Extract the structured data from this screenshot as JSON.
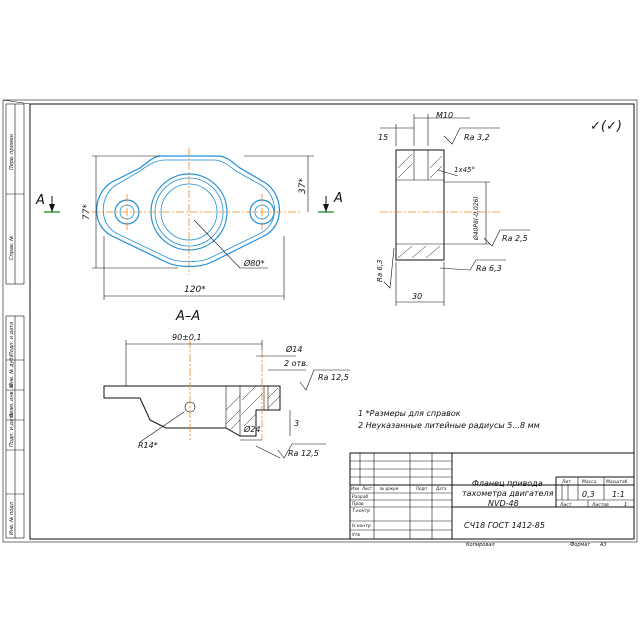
{
  "title_block": {
    "title_line1": "Фланец привода",
    "title_line2": "тахометра двигателя",
    "title_line3": "NVD-48",
    "material": "СЧ18 ГОСТ 1412-85",
    "head_lit": "Лит",
    "head_mass": "Масса",
    "head_scale": "Масштаб",
    "mass": "0,3",
    "scale": "1:1",
    "sheet_label": "Лист",
    "sheets_label": "Листов",
    "sheets_count": "1",
    "col_izm": "Изм",
    "col_list": "Лист",
    "col_doc": "№ докум",
    "col_sign": "Подп",
    "col_date": "Дата",
    "row_razrab": "Разраб",
    "row_prov": "Пров",
    "row_tkontr": "Т.контр",
    "row_nkontr": "Н.контр",
    "row_utv": "Утв",
    "copied": "Копировал",
    "format_label": "Формат",
    "format_value": "А3"
  },
  "side_stamps": [
    "Перв. примен",
    "Справ. №",
    "Подп. и дата",
    "Инв. № дубл",
    "Взам. инв. №",
    "Подп. и дата",
    "Инв. № подл"
  ],
  "surface_symbol": "✓(✓)",
  "section": {
    "label_a_left": "А",
    "label_a_right": "А",
    "title": "А–А"
  },
  "dims": {
    "d_77": "77*",
    "d_37": "37*",
    "d_120": "120*",
    "d_phi80": "Ø80*",
    "d_m10": "М10",
    "d_15": "15",
    "d_ra32": "Ra 3,2",
    "d_chamfer": "1х45°",
    "d_phi40": "Ø40Р8(-0,026)",
    "d_ra25": "Ra 2,5",
    "d_ra63_l": "Ra 6,3",
    "d_ra63_r": "Ra 6,3",
    "d_30": "30",
    "d_90": "90±0,1",
    "d_phi14": "Ø14",
    "d_2otv": "2 отв.",
    "d_ra125_a": "Ra 12,5",
    "d_3": "3",
    "d_phi24": "Ø24",
    "d_ra125_b": "Ra 12,5",
    "d_r14": "R14*"
  },
  "notes": {
    "note1": "1 *Размеры для справок",
    "note2": "2 Неуказанные литейные радиусы 5...8 мм"
  }
}
